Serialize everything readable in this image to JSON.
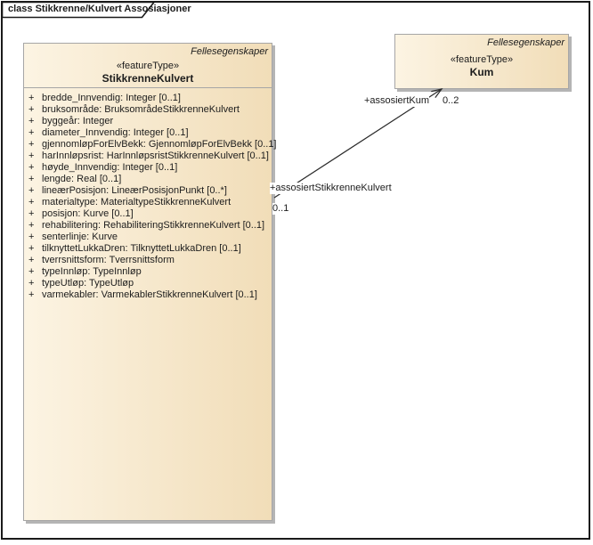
{
  "diagram": {
    "frame_title": "class Stikkrenne/Kulvert Assosiasjoner"
  },
  "classes": {
    "stikkrenne_kulvert": {
      "header_label": "Fellesegenskaper",
      "stereotype": "«featureType»",
      "name": "StikkrenneKulvert",
      "attributes": [
        {
          "visibility": "+",
          "text": "bredde_Innvendig: Integer [0..1]"
        },
        {
          "visibility": "+",
          "text": "bruksområde: BruksområdeStikkrenneKulvert"
        },
        {
          "visibility": "+",
          "text": "byggeår: Integer"
        },
        {
          "visibility": "+",
          "text": "diameter_Innvendig: Integer [0..1]"
        },
        {
          "visibility": "+",
          "text": "gjennomløpForElvBekk: GjennomløpForElvBekk [0..1]"
        },
        {
          "visibility": "+",
          "text": "harInnløpsrist: HarInnløpsristStikkrenneKulvert [0..1]"
        },
        {
          "visibility": "+",
          "text": "høyde_Innvendig: Integer [0..1]"
        },
        {
          "visibility": "+",
          "text": "lengde: Real [0..1]"
        },
        {
          "visibility": "+",
          "text": "lineærPosisjon: LineærPosisjonPunkt [0..*]"
        },
        {
          "visibility": "+",
          "text": "materialtype: MaterialtypeStikkrenneKulvert"
        },
        {
          "visibility": "+",
          "text": "posisjon: Kurve [0..1]"
        },
        {
          "visibility": "+",
          "text": "rehabilitering: RehabiliteringStikkrenneKulvert [0..1]"
        },
        {
          "visibility": "+",
          "text": "senterlinje: Kurve"
        },
        {
          "visibility": "+",
          "text": "tilknyttetLukkaDren: TilknyttetLukkaDren [0..1]"
        },
        {
          "visibility": "+",
          "text": "tverrsnittsform: Tverrsnittsform"
        },
        {
          "visibility": "+",
          "text": "typeInnløp: TypeInnløp"
        },
        {
          "visibility": "+",
          "text": "typeUtløp: TypeUtløp"
        },
        {
          "visibility": "+",
          "text": "varmekabler: VarmekablerStikkrenneKulvert [0..1]"
        }
      ]
    },
    "kum": {
      "header_label": "Fellesegenskaper",
      "stereotype": "«featureType»",
      "name": "Kum"
    }
  },
  "association": {
    "target_role": "+assosiertKum",
    "target_multiplicity": "0..2",
    "source_role": "+assosiertStikkrenneKulvert",
    "source_multiplicity": "0..1"
  },
  "colors": {
    "box_gradient_start": "#fcf4e3",
    "box_gradient_end": "#f1ddb8",
    "box_border": "#a6a6a6",
    "box_shadow": "#b4b4b4",
    "line": "#2a2a2a",
    "frame_border": "#1a1a1a",
    "text": "#1c1c1c",
    "page_bg": "#ffffff"
  }
}
